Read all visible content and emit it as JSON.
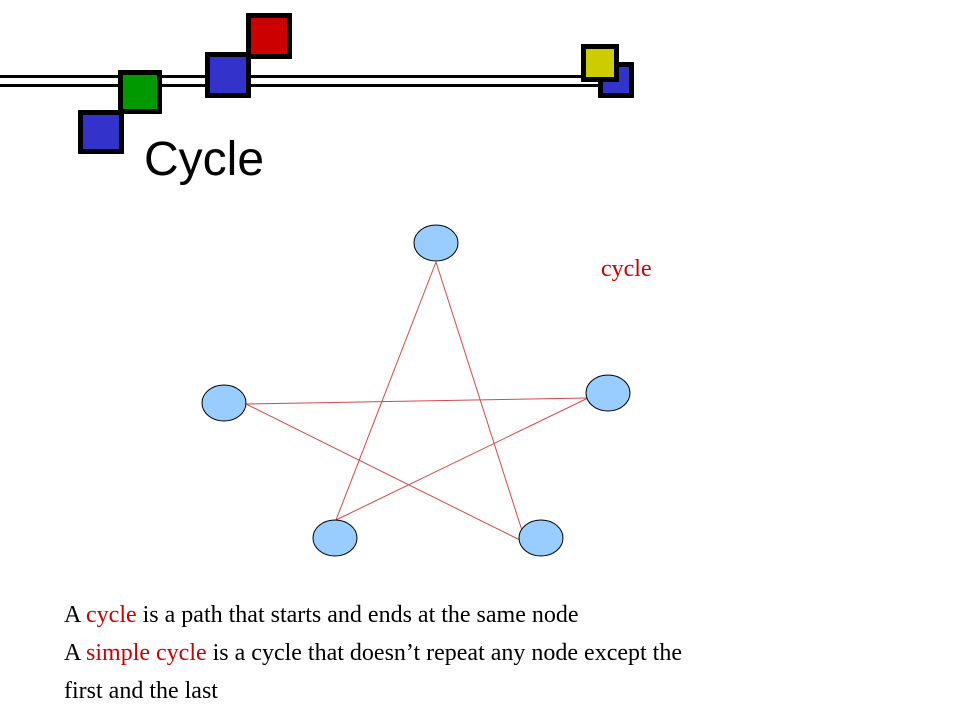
{
  "colors": {
    "accent_red": "#cc0000",
    "edge": "#d24a4a",
    "node_fill": "#99ccff",
    "node_stroke": "#000000",
    "blue_square": "#3333cc",
    "green_square": "#009900",
    "red_square": "#cc0000",
    "yellow_square": "#cccc00"
  },
  "title": "Cycle",
  "diagram": {
    "label": "cycle",
    "nodes": [
      "top",
      "right",
      "bottom-right",
      "bottom-left",
      "left"
    ],
    "edges": [
      [
        "top",
        "bottom-right"
      ],
      [
        "bottom-right",
        "left"
      ],
      [
        "left",
        "right"
      ],
      [
        "right",
        "bottom-left"
      ],
      [
        "bottom-left",
        "top"
      ]
    ]
  },
  "body": {
    "line1": {
      "a": "A ",
      "cycle": "cycle",
      "rest": " is a path that starts and ends at the same node"
    },
    "line2": {
      "a": "A ",
      "simple_cycle": "simple cycle",
      "rest": " is a cycle that doesn’t repeat any node except the"
    },
    "line3": "first and the last"
  }
}
